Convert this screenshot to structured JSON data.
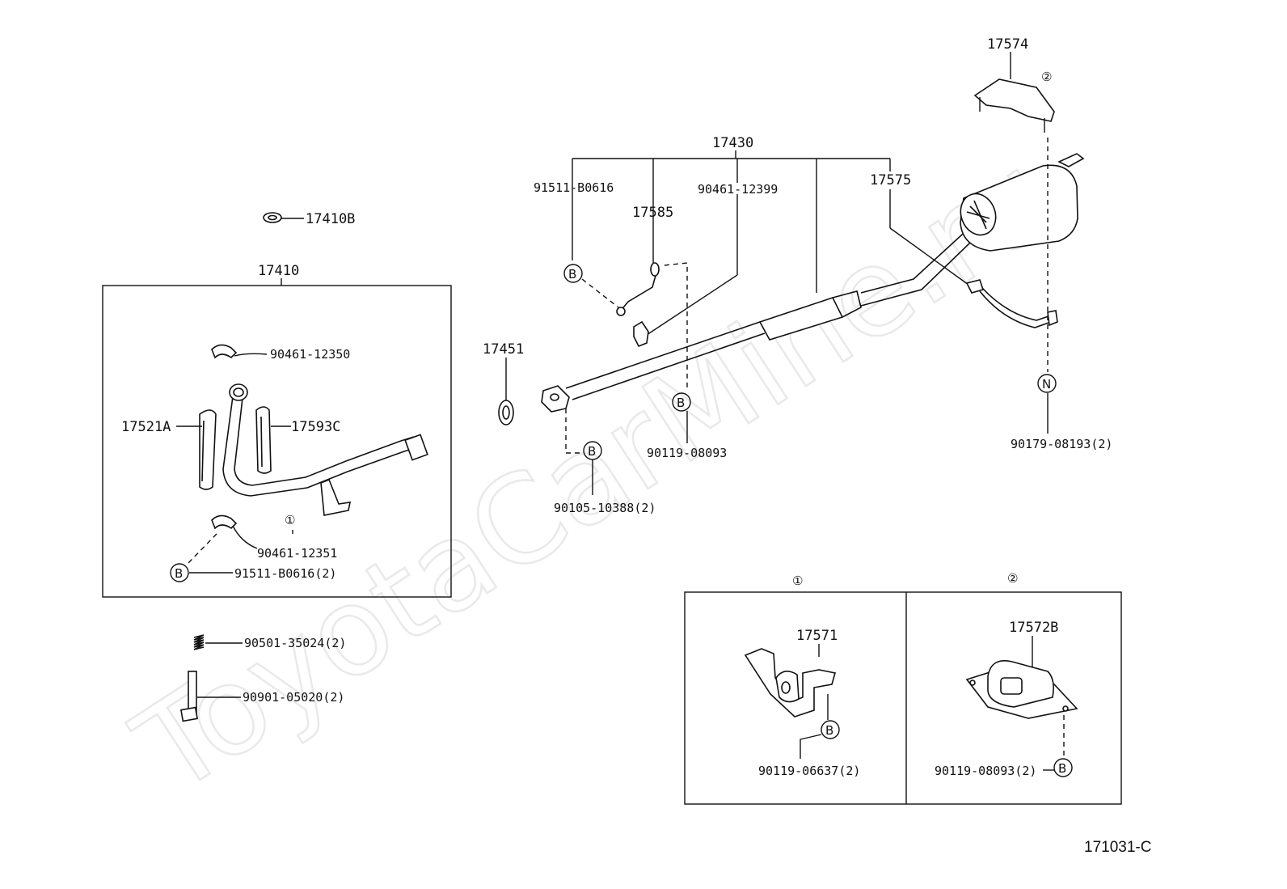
{
  "watermark": "ToyotaCarMine.ru",
  "diagram_code": "171031-C",
  "labels": {
    "p17410B": "17410B",
    "p17410": "17410",
    "p90461_12350": "90461-12350",
    "p17521A": "17521A",
    "p17593C": "17593C",
    "p90461_12351": "90461-12351",
    "p91511_B0616_2": "91511-B0616(2)",
    "p90501_35024_2": "90501-35024(2)",
    "p90901_05020_2": "90901-05020(2)",
    "p17451": "17451",
    "p17430": "17430",
    "p91511_B0616": "91511-B0616",
    "p90461_12399": "90461-12399",
    "p17585": "17585",
    "p17575": "17575",
    "p90119_08093_top": "90119-08093",
    "p90105_10388_2": "90105-10388(2)",
    "p17574": "17574",
    "p90179_08193_2": "90179-08193(2)",
    "p17571": "17571",
    "p90119_06637_2": "90119-06637(2)",
    "p17572B": "17572B",
    "p90119_08093_2": "90119-08093(2)"
  },
  "markers": {
    "one": "①",
    "two": "②",
    "b": "B",
    "n": "N"
  }
}
